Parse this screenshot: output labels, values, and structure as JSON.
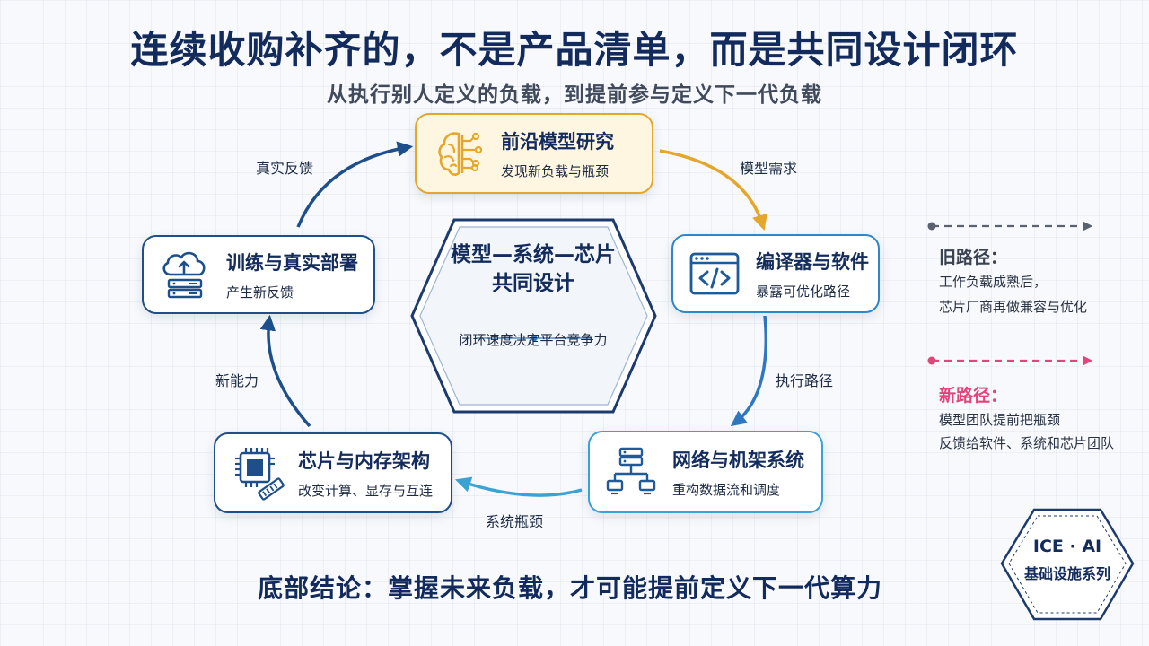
{
  "header": {
    "title": "连续收购补齐的，不是产品清单，而是共同设计闭环",
    "subtitle": "从执行别人定义的负载，到提前参与定义下一代负载"
  },
  "nodes": {
    "research": {
      "title": "前沿模型研究",
      "desc": "发现新负载与瓶颈",
      "icon": "brain-circuit-icon"
    },
    "compiler": {
      "title": "编译器与软件",
      "desc": "暴露可优化路径",
      "icon": "code-window-icon"
    },
    "network": {
      "title": "网络与机架系统",
      "desc": "重构数据流和调度",
      "icon": "network-topology-icon"
    },
    "chip": {
      "title": "芯片与内存架构",
      "desc": "改变计算、显存与互连",
      "icon": "chip-memory-icon"
    },
    "training": {
      "title": "训练与真实部署",
      "desc": "产生新反馈",
      "icon": "cloud-server-icon"
    }
  },
  "edges": {
    "model_demand": "模型需求",
    "exec_path": "执行路径",
    "sys_bottleneck": "系统瓶颈",
    "new_capability": "新能力",
    "real_feedback": "真实反馈"
  },
  "center": {
    "line1": "模型—系统—芯片",
    "line2": "共同设计",
    "desc": "闭环速度决定平台竞争力"
  },
  "legend": {
    "old": {
      "title": "旧路径：",
      "line1": "工作负载成熟后，",
      "line2": "芯片厂商再做兼容与优化",
      "color": "#5a6270"
    },
    "new": {
      "title": "新路径：",
      "line1": "模型团队提前把瓶颈",
      "line2": "反馈给软件、系统和芯片团队",
      "color": "#e0467a"
    }
  },
  "conclusion": "底部结论：掌握未来负载，才可能提前定义下一代算力",
  "badge": {
    "line1": "ICE · AI",
    "line2": "基础设施系列"
  },
  "colors": {
    "navy": "#142c5c",
    "amber": "#e5a62c",
    "blue": "#2f86c9",
    "cyan": "#3aa3d4",
    "dark_blue": "#1f4f8a"
  }
}
